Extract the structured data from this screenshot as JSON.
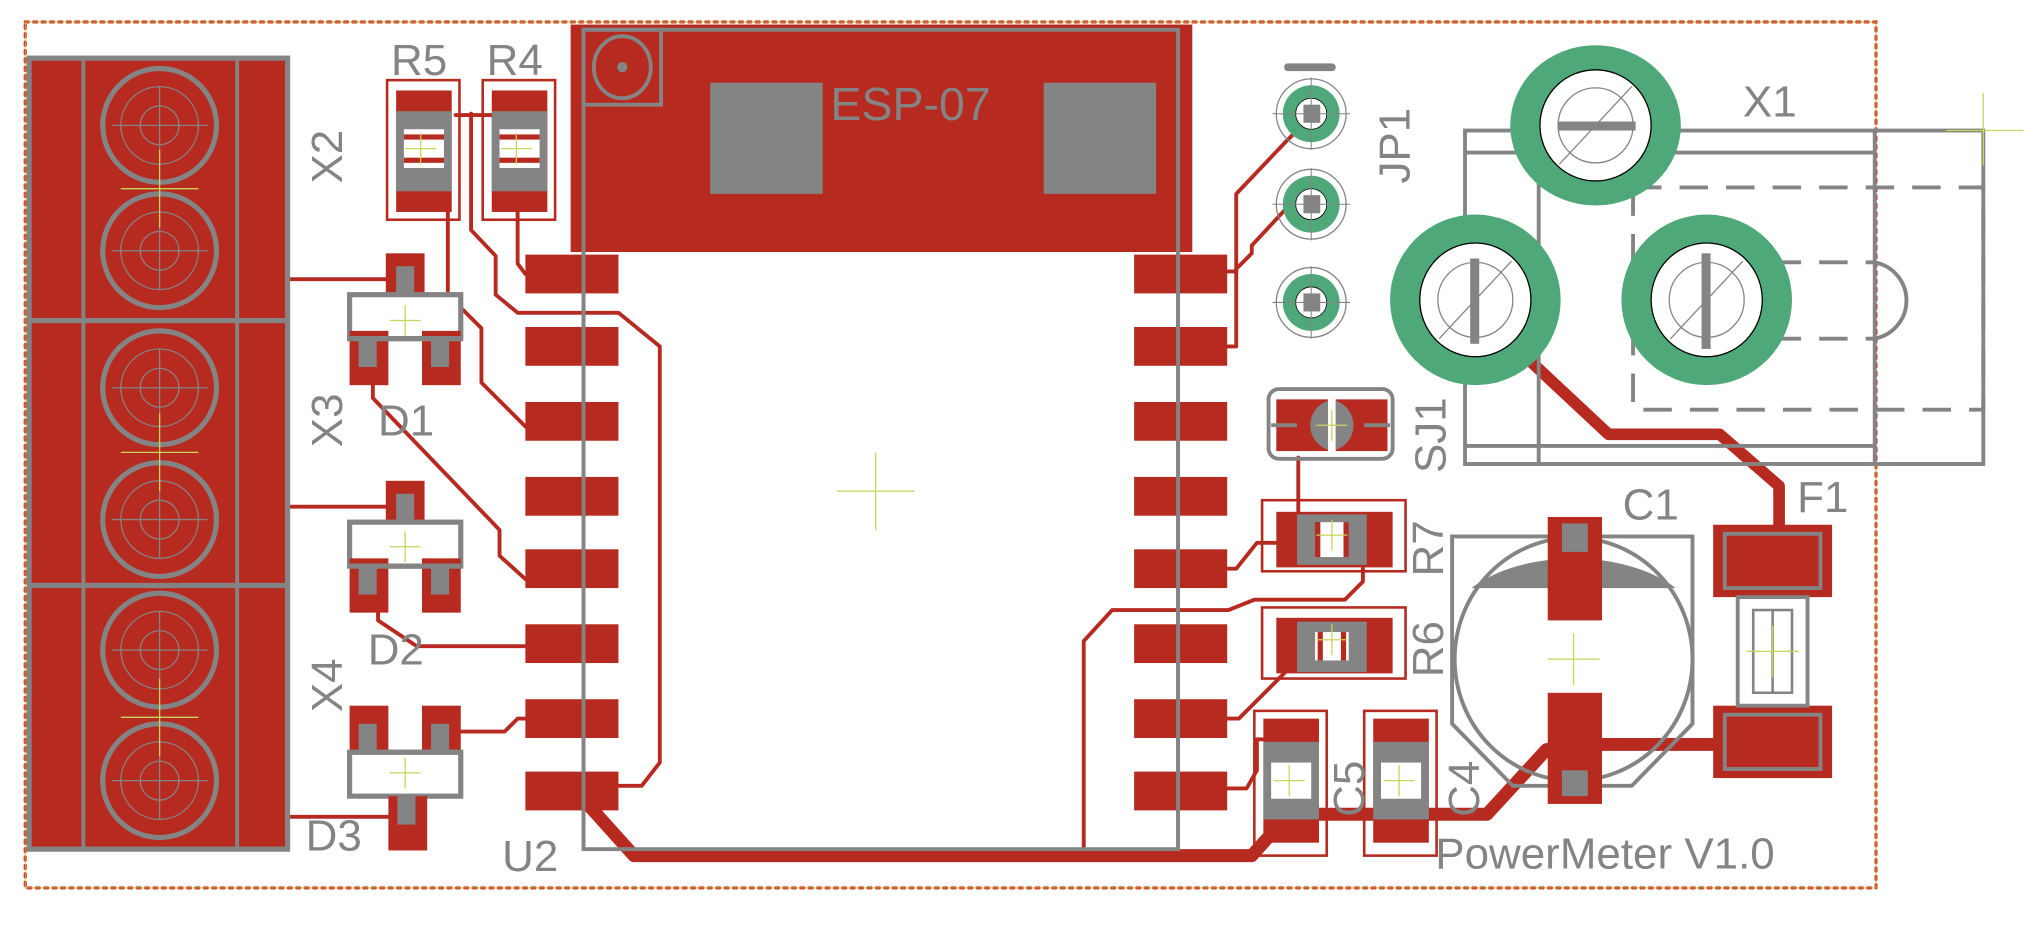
{
  "board": {
    "title": "PowerMeter V1.0",
    "colors": {
      "copper": "#b72a20",
      "silkscreen": "#848484",
      "tht_pad": "#4fa87a",
      "origin_cross": "#c9d45a",
      "outline": "#c0392b",
      "background": "#ffffff"
    }
  },
  "components": {
    "u2": {
      "ref": "U2",
      "value": "ESP-07"
    },
    "x1": {
      "ref": "X1"
    },
    "x2": {
      "ref": "X2"
    },
    "x3": {
      "ref": "X3"
    },
    "x4": {
      "ref": "X4"
    },
    "d1": {
      "ref": "D1"
    },
    "d2": {
      "ref": "D2"
    },
    "d3": {
      "ref": "D3"
    },
    "r4": {
      "ref": "R4"
    },
    "r5": {
      "ref": "R5"
    },
    "r6": {
      "ref": "R6"
    },
    "r7": {
      "ref": "R7"
    },
    "c1": {
      "ref": "C1"
    },
    "c4": {
      "ref": "C4"
    },
    "c5": {
      "ref": "C5"
    },
    "f1": {
      "ref": "F1"
    },
    "sj1": {
      "ref": "SJ1"
    },
    "jp1": {
      "ref": "JP1"
    }
  }
}
